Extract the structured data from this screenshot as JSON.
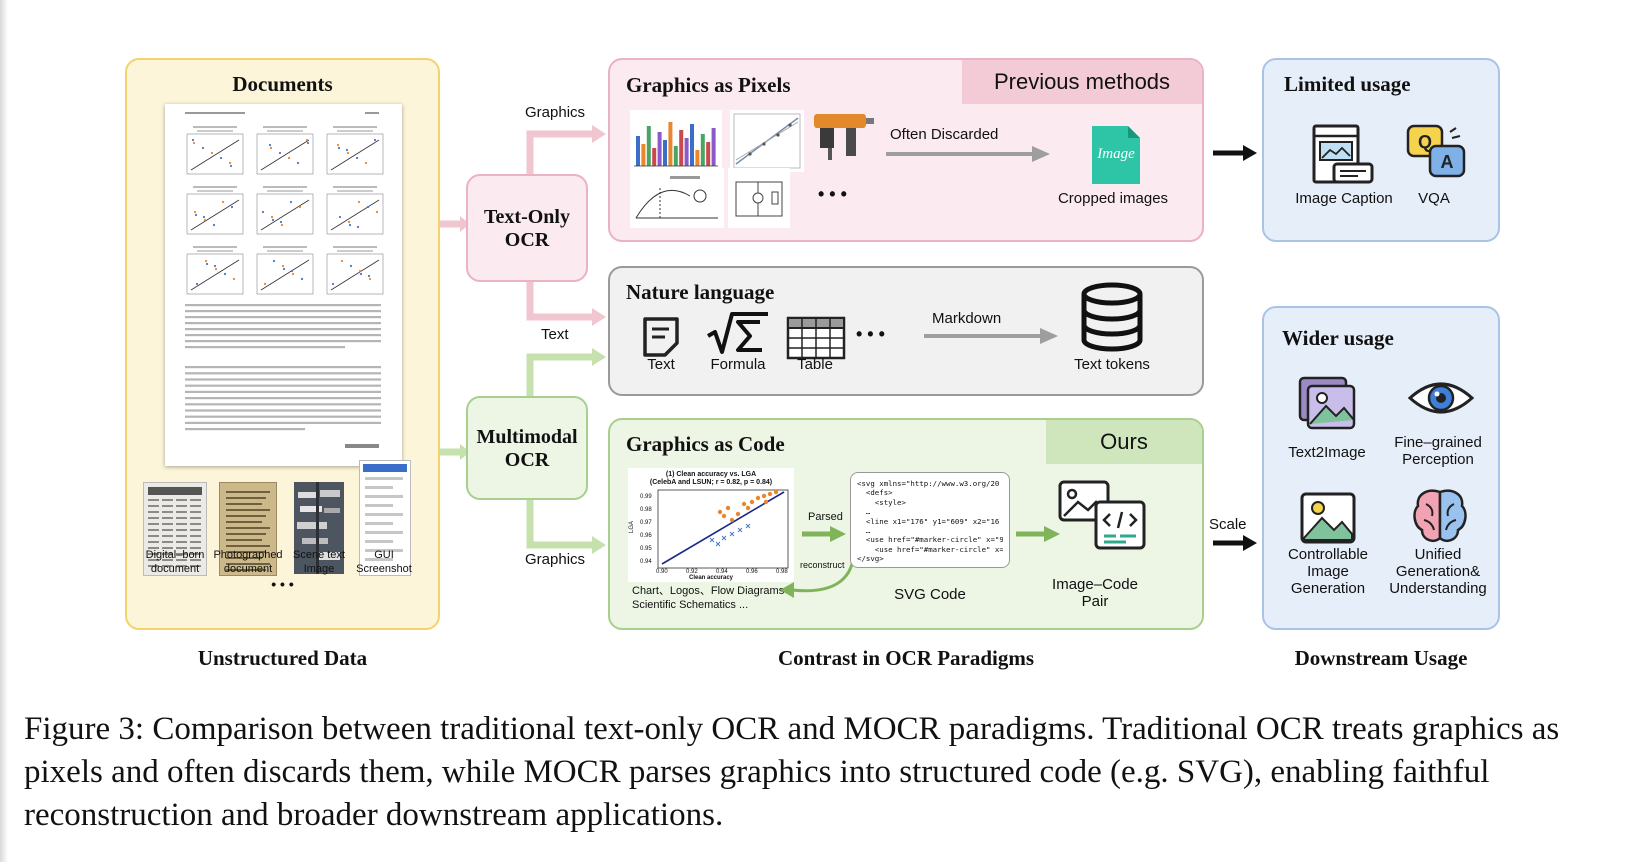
{
  "colors": {
    "documents_fill": "#fdf5d9",
    "documents_border": "#f3d36b",
    "pink_fill": "#fbeaef",
    "pink_border": "#eab3c1",
    "pink_tag": "#f2cbd6",
    "gray_fill": "#f1f1f1",
    "gray_border": "#9a9a9a",
    "green_fill": "#edf5e5",
    "green_border": "#a9cf8e",
    "green_tag": "#cfe5bb",
    "blue_fill": "#e6eef9",
    "blue_border": "#a9c3e6",
    "arrow_gray": "#9e9e9e"
  },
  "documents": {
    "title": "Documents",
    "types": [
      {
        "icon": "newspaper-thumbnail-icon",
        "label": "Digital–born\ndocument"
      },
      {
        "icon": "photo-document-thumbnail-icon",
        "label": "Photographed\ndocument"
      },
      {
        "icon": "scene-text-thumbnail-icon",
        "label": "Scene text\nImage"
      },
      {
        "icon": "gui-screenshot-thumbnail-icon",
        "label": "GUI\nScreenshot"
      }
    ],
    "ellipsis": "• • •"
  },
  "ocr_boxes": {
    "text_only": "Text-Only\nOCR",
    "multimodal": "Multimodal\nOCR"
  },
  "connectors": {
    "graphics_top": "Graphics",
    "text_mid": "Text",
    "graphics_bottom": "Graphics"
  },
  "pixels_panel": {
    "title": "Graphics as Pixels",
    "tag": "Previous methods",
    "ellipsis": "• • •",
    "arrow_label": "Often Discarded",
    "result_icon_text": "Image",
    "result_label": "Cropped images"
  },
  "nature_panel": {
    "title": "Nature language",
    "items": [
      {
        "icon": "text-document-icon",
        "label": "Text"
      },
      {
        "icon": "formula-icon",
        "label": "Formula"
      },
      {
        "icon": "table-icon",
        "label": "Table"
      }
    ],
    "ellipsis": "• • •",
    "arrow_label": "Markdown",
    "result_label": "Text tokens"
  },
  "code_panel": {
    "title": "Graphics as Code",
    "tag": "Ours",
    "chart_title_1": "(1) Clean accuracy vs. LGA",
    "chart_title_2": "(CelebA and LSUN; r = 0.82, p = 0.84)",
    "chart_ylabel": "LGA",
    "chart_xlabel": "Clean accuracy",
    "chart_xticks": [
      "0.90",
      "0.92",
      "0.94",
      "0.96",
      "0.98"
    ],
    "chart_yticks": [
      "0.99",
      "0.98",
      "0.97",
      "0.96",
      "0.95",
      "0.94"
    ],
    "caption_line1": "Chart、Logos、Flow Diagrams",
    "caption_line2": "Scientific Schematics ...",
    "parsed_label": "Parsed",
    "reconstruct_label": "reconstruct",
    "svg_lines": [
      "<svg xmlns=\"http://www.w3.org/20 …",
      "  <defs>",
      "    <style>",
      "  …",
      "  <line x1=\"176\" y1=\"609\" x2=\"16 …",
      "  …",
      "  <use href=\"#marker-circle\" x=\"9 …",
      "    <use href=\"#marker-circle\" x=\" …",
      "</svg>"
    ],
    "svg_label": "SVG Code",
    "pair_label": "Image–Code\nPair"
  },
  "limited_panel": {
    "title": "Limited usage",
    "items": [
      {
        "icon": "image-caption-icon",
        "label": "Image Caption"
      },
      {
        "icon": "vqa-icon",
        "label": "VQA"
      }
    ]
  },
  "scale_label": "Scale",
  "wider_panel": {
    "title": "Wider usage",
    "items": [
      {
        "icon": "text2image-icon",
        "label": "Text2Image"
      },
      {
        "icon": "eye-icon",
        "label": "Fine–grained\nPerception"
      },
      {
        "icon": "controllable-image-icon",
        "label": "Controllable\nImage\nGeneration"
      },
      {
        "icon": "brain-icon",
        "label": "Unified\nGeneration&\nUnderstanding"
      }
    ]
  },
  "section_labels": {
    "left": "Unstructured Data",
    "middle": "Contrast in OCR Paradigms",
    "right": "Downstream Usage"
  },
  "figure_caption": "Figure 3: Comparison between traditional text-only OCR and MOCR paradigms. Traditional OCR treats graphics as pixels and often discards them, while MOCR parses graphics into structured code (e.g. SVG), enabling faithful reconstruction and broader downstream applications."
}
